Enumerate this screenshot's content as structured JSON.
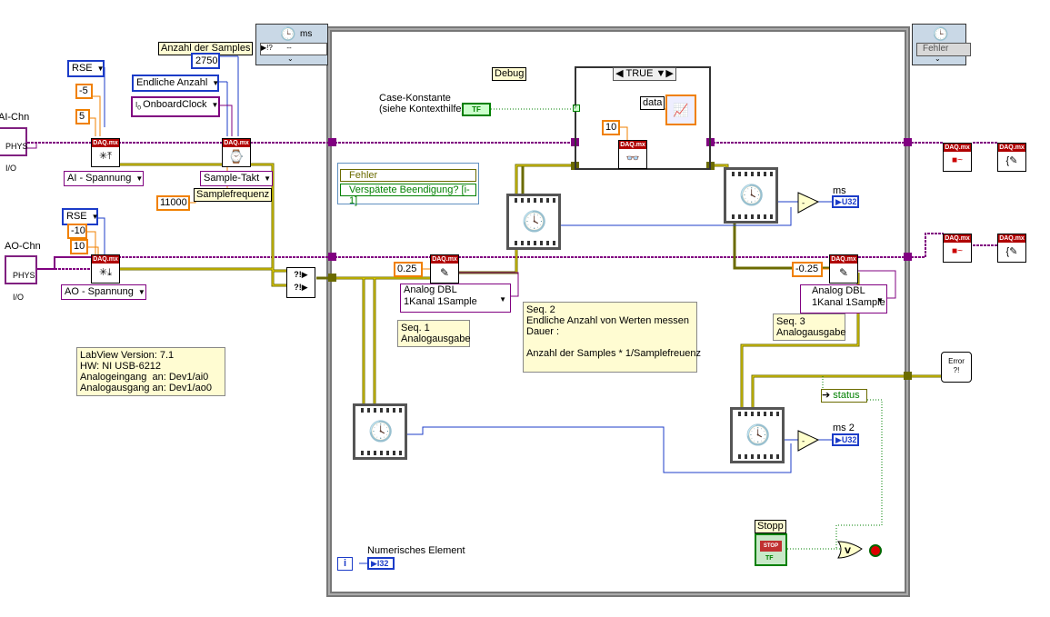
{
  "labels": {
    "ai_chn": "AI-Chn",
    "ao_chn": "AO-Chn",
    "anzahl_samples": "Anzahl der Samples",
    "samples_value": "2750",
    "endliche_anzahl": "Endliche Anzahl",
    "onboard_clock": "OnboardClock",
    "rse_top": "RSE",
    "rse_bottom": "RSE",
    "minus5": "-5",
    "plus5": "5",
    "minus10": "-10",
    "plus10": "10",
    "ai_spannung": "AI - Spannung",
    "ao_spannung": "AO - Spannung",
    "sample_takt": "Sample-Takt",
    "samplefrequenz": "Samplefrequenz",
    "samplefrequenz_value": "11000",
    "phys_ai": "PHYS",
    "phys_ao": "PHYS",
    "io": "I/O",
    "ms_top": "ms",
    "fehler_top": "Fehler",
    "debug": "Debug",
    "case_konstante": "Case-Konstante\n(siehe Kontexthilfe)",
    "tf": "TF",
    "true_case": "TRUE",
    "data": "data",
    "const10": "10",
    "fehler_item": "Fehler",
    "verspaetete": "Verspätete Beendigung? [i-1]",
    "const025": "0.25",
    "const_minus025": "-0.25",
    "analog_dbl_1": "Analog DBL\n1Kanal 1Sample",
    "analog_dbl_2": "Analog DBL\n1Kanal 1Sample",
    "seq1": "Seq. 1\nAnalogausgabe",
    "seq2": "Seq. 2\nEndliche Anzahl von Werten messen\nDauer :\n\nAnzahl der Samples * 1/Samplefreuenz",
    "seq3": "Seq. 3\nAnalogausgabe",
    "ms": "ms",
    "ms2": "ms 2",
    "u32": "U32",
    "u32b": "U32",
    "i32": "I32",
    "status": "status",
    "stopp": "Stopp",
    "stop": "STOP",
    "tf2": "TF",
    "numerisches": "Numerisches Element",
    "iter": "i",
    "info": "LabView Version: 7.1\nHW: NI USB-6212\nAnalogeingang  an: Dev1/ai0\nAnalogausgang an: Dev1/ao0",
    "daqmx": "DAQ.mx",
    "error": "Error\n?!"
  },
  "colors": {
    "task_wire": "#800080",
    "error_wire": "#6b6b00",
    "numeric_wire": "#1c3cc8",
    "bool_wire": "#008000",
    "dbl_wire": "#f08000"
  }
}
